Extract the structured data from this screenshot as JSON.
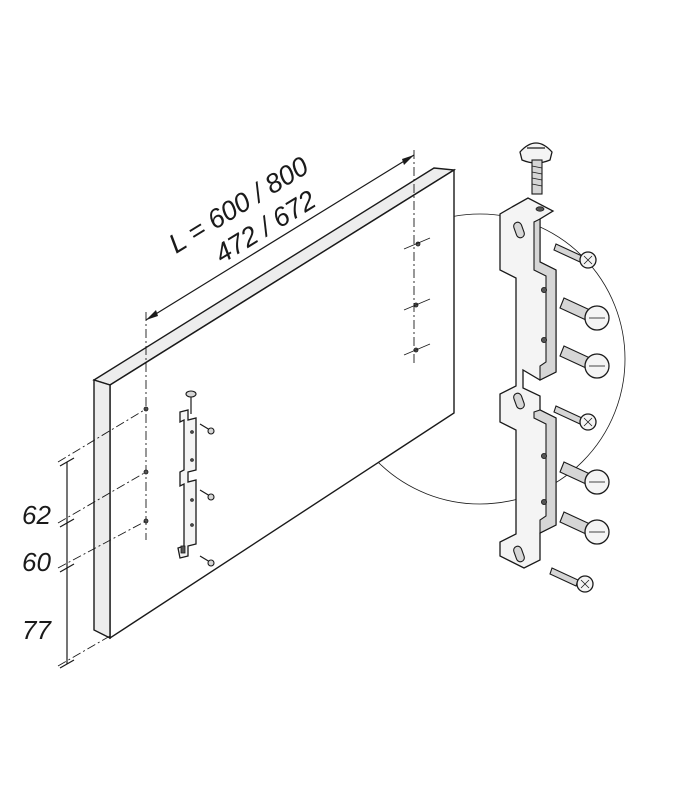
{
  "labels": {
    "length_line1": "L = 600 / 800",
    "length_line2": "472 / 672",
    "dim_62": "62",
    "dim_60": "60",
    "dim_77": "77"
  },
  "colors": {
    "line": "#1a1a1a",
    "panel_edge": "#ededed",
    "metal": "#f4f4f4"
  },
  "icons": [
    "panel",
    "mounting-bracket",
    "machine-screw-icon",
    "wood-screw-icon",
    "detail-magnifier-circle"
  ]
}
